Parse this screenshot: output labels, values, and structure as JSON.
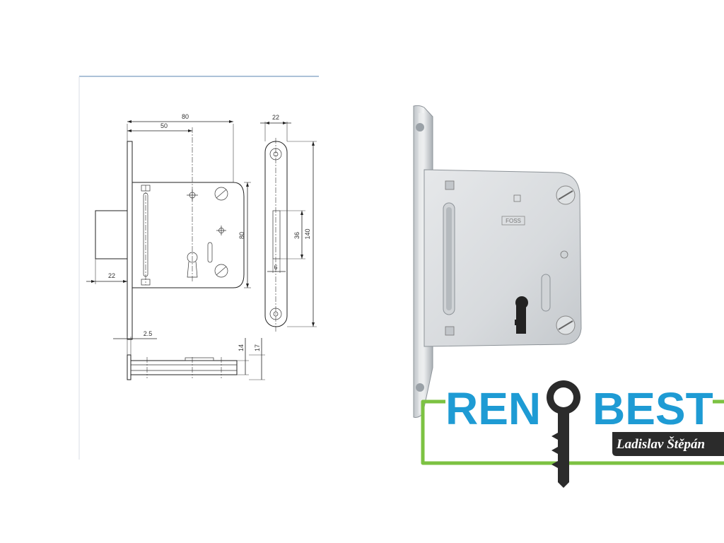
{
  "drawing": {
    "front_view": {
      "dim_overall_width": "80",
      "dim_backset": "50",
      "dim_height": "80",
      "dim_faceplate_offset": "22"
    },
    "faceplate_view": {
      "dim_faceplate_width": "22",
      "dim_faceplate_length": "140",
      "dim_latch_height": "36",
      "dim_latch_width": "6"
    },
    "bottom_view": {
      "dim_plate_thickness": "2.5",
      "dim_case_depth": "14",
      "dim_total_depth": "17"
    }
  },
  "logo": {
    "brand_left": "REN",
    "brand_right": "BEST",
    "owner": "Ladislav Štěpán",
    "colors": {
      "brand_blue": "#1e9bd4",
      "frame_green": "#7cc242",
      "key_dark": "#2b2b2b",
      "owner_badge": "#2b2b2b"
    }
  },
  "photo": {
    "stamp_text": "FOSS"
  }
}
